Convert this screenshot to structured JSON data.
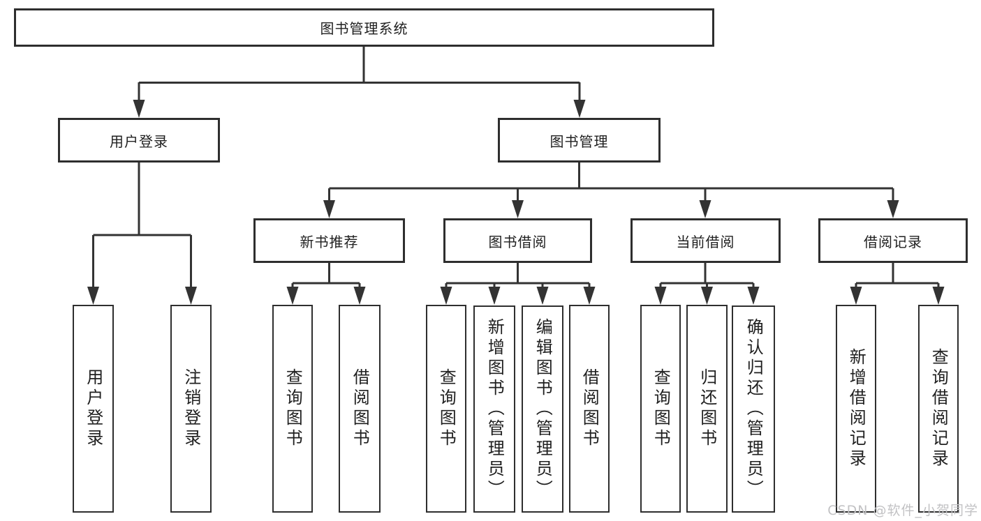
{
  "tree": {
    "label": "图书管理系统",
    "children": [
      {
        "label": "用户登录",
        "children": [
          {
            "label": "用户登录"
          },
          {
            "label": "注销登录"
          }
        ]
      },
      {
        "label": "图书管理",
        "children": [
          {
            "label": "新书推荐",
            "children": [
              {
                "label": "查询图书"
              },
              {
                "label": "借阅图书"
              }
            ]
          },
          {
            "label": "图书借阅",
            "children": [
              {
                "label": "查询图书"
              },
              {
                "label": "新增图书（管理员）"
              },
              {
                "label": "编辑图书（管理员）"
              },
              {
                "label": "借阅图书"
              }
            ]
          },
          {
            "label": "当前借阅",
            "children": [
              {
                "label": "查询图书"
              },
              {
                "label": "归还图书"
              },
              {
                "label": "确认归还（管理员）"
              }
            ]
          },
          {
            "label": "借阅记录",
            "children": [
              {
                "label": "新增借阅记录"
              },
              {
                "label": "查询借阅记录"
              }
            ]
          }
        ]
      }
    ]
  },
  "watermark": {
    "text": "CSDN @软件_小贺同学"
  },
  "colors": {
    "background": "#ffffff",
    "box_fill": "#ffffff",
    "box_border": "#2e2e2e",
    "connector_line": "#333333",
    "text": "#1f1f1f",
    "watermark": "#c2c2c4"
  }
}
